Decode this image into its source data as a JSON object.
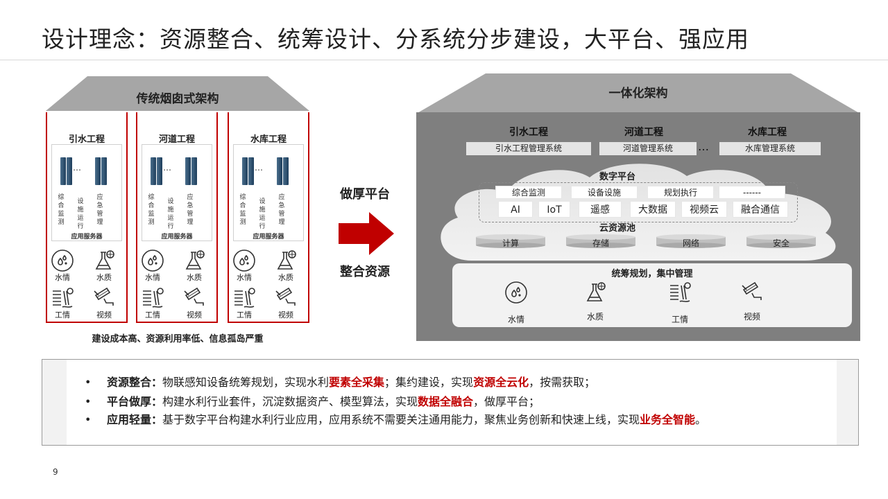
{
  "title": "设计理念：资源整合、统筹设计、分系统分步建设，大平台、强应用",
  "left": {
    "title": "传统烟囱式架构",
    "columns": [
      {
        "name": "引水工程"
      },
      {
        "name": "河道工程"
      },
      {
        "name": "水库工程"
      }
    ],
    "apps": [
      "综合监测",
      "设施运行",
      "应急管理"
    ],
    "server_label": "应用服务器",
    "server_dots": "…",
    "sensors": [
      "水情",
      "水质",
      "工情",
      "视频"
    ],
    "footer": "建设成本高、资源利用率低、信息孤岛严重"
  },
  "middle": {
    "top": "做厚平台",
    "bottom": "整合资源"
  },
  "right": {
    "title": "一体化架构",
    "systems": [
      {
        "name": "引水工程",
        "bar": "引水工程管理系统"
      },
      {
        "name": "河道工程",
        "bar": "河道管理系统"
      },
      {
        "name": "水库工程",
        "bar": "水库管理系统"
      }
    ],
    "systems_dots": "…",
    "digital_platform": {
      "title": "数字平台",
      "row1": [
        "综合监测",
        "设备设施",
        "规划执行",
        "------"
      ],
      "row2": [
        "AI",
        "IoT",
        "遥感",
        "大数据",
        "视频云",
        "融合通信"
      ]
    },
    "cloud_pool": {
      "title": "云资源池",
      "items": [
        "计算",
        "存储",
        "网络",
        "安全"
      ]
    },
    "bottom": {
      "title": "统筹规划，集中管理",
      "sensors": [
        "水情",
        "水质",
        "工情",
        "视频"
      ]
    }
  },
  "bullets": [
    {
      "key": "资源整合：",
      "parts": [
        "物联感知设备统筹规划，实现水利",
        "要素全采集",
        "；集约建设，实现",
        "资源全云化",
        "，按需获取；"
      ]
    },
    {
      "key": "平台做厚：",
      "parts": [
        "构建水利行业套件，沉淀数据资产、模型算法，实现",
        "数据全融合",
        "，做厚平台；"
      ]
    },
    {
      "key": "应用轻量：",
      "parts": [
        "基于数字平台构建水利行业应用，应用系统不需要关注通用能力，聚焦业务创新和快速上线，实现",
        "业务全智能",
        "。"
      ]
    }
  ],
  "page_number": "9",
  "colors": {
    "accent": "#c00000",
    "panel": "#7f7f7f",
    "roof": "#a6a6a6"
  }
}
